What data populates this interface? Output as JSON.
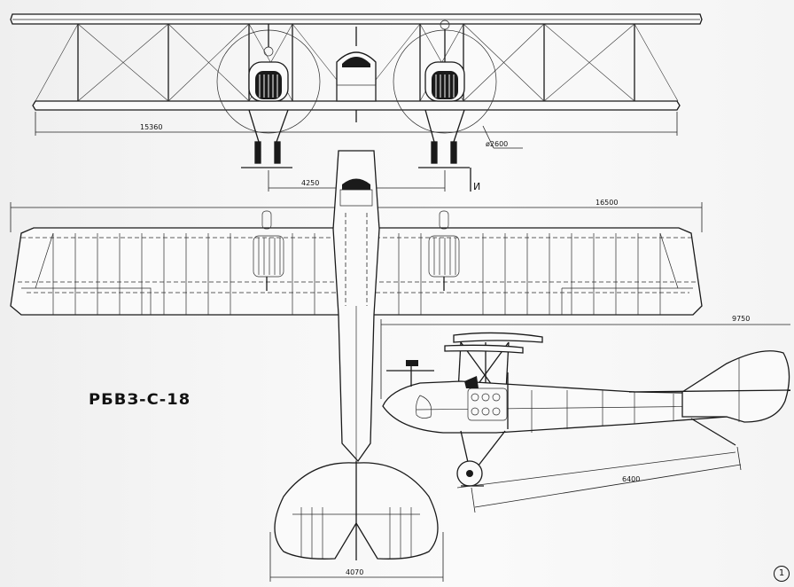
{
  "drawing": {
    "title": "РБВЗ-С-18",
    "figure_number": "1",
    "views": [
      "front",
      "plan",
      "side"
    ]
  },
  "dimensions": {
    "front_lower_wing_span": "15360",
    "propeller_diameter": "ø2600",
    "engine_spacing": "4250",
    "strut_mark": "И",
    "plan_upper_wing_span": "16500",
    "side_length": "9750",
    "side_tail_distance": "6400",
    "tailplane_span": "4070"
  },
  "colors": {
    "ink": "#1a1a1a",
    "paper": "#f6f6f6"
  }
}
